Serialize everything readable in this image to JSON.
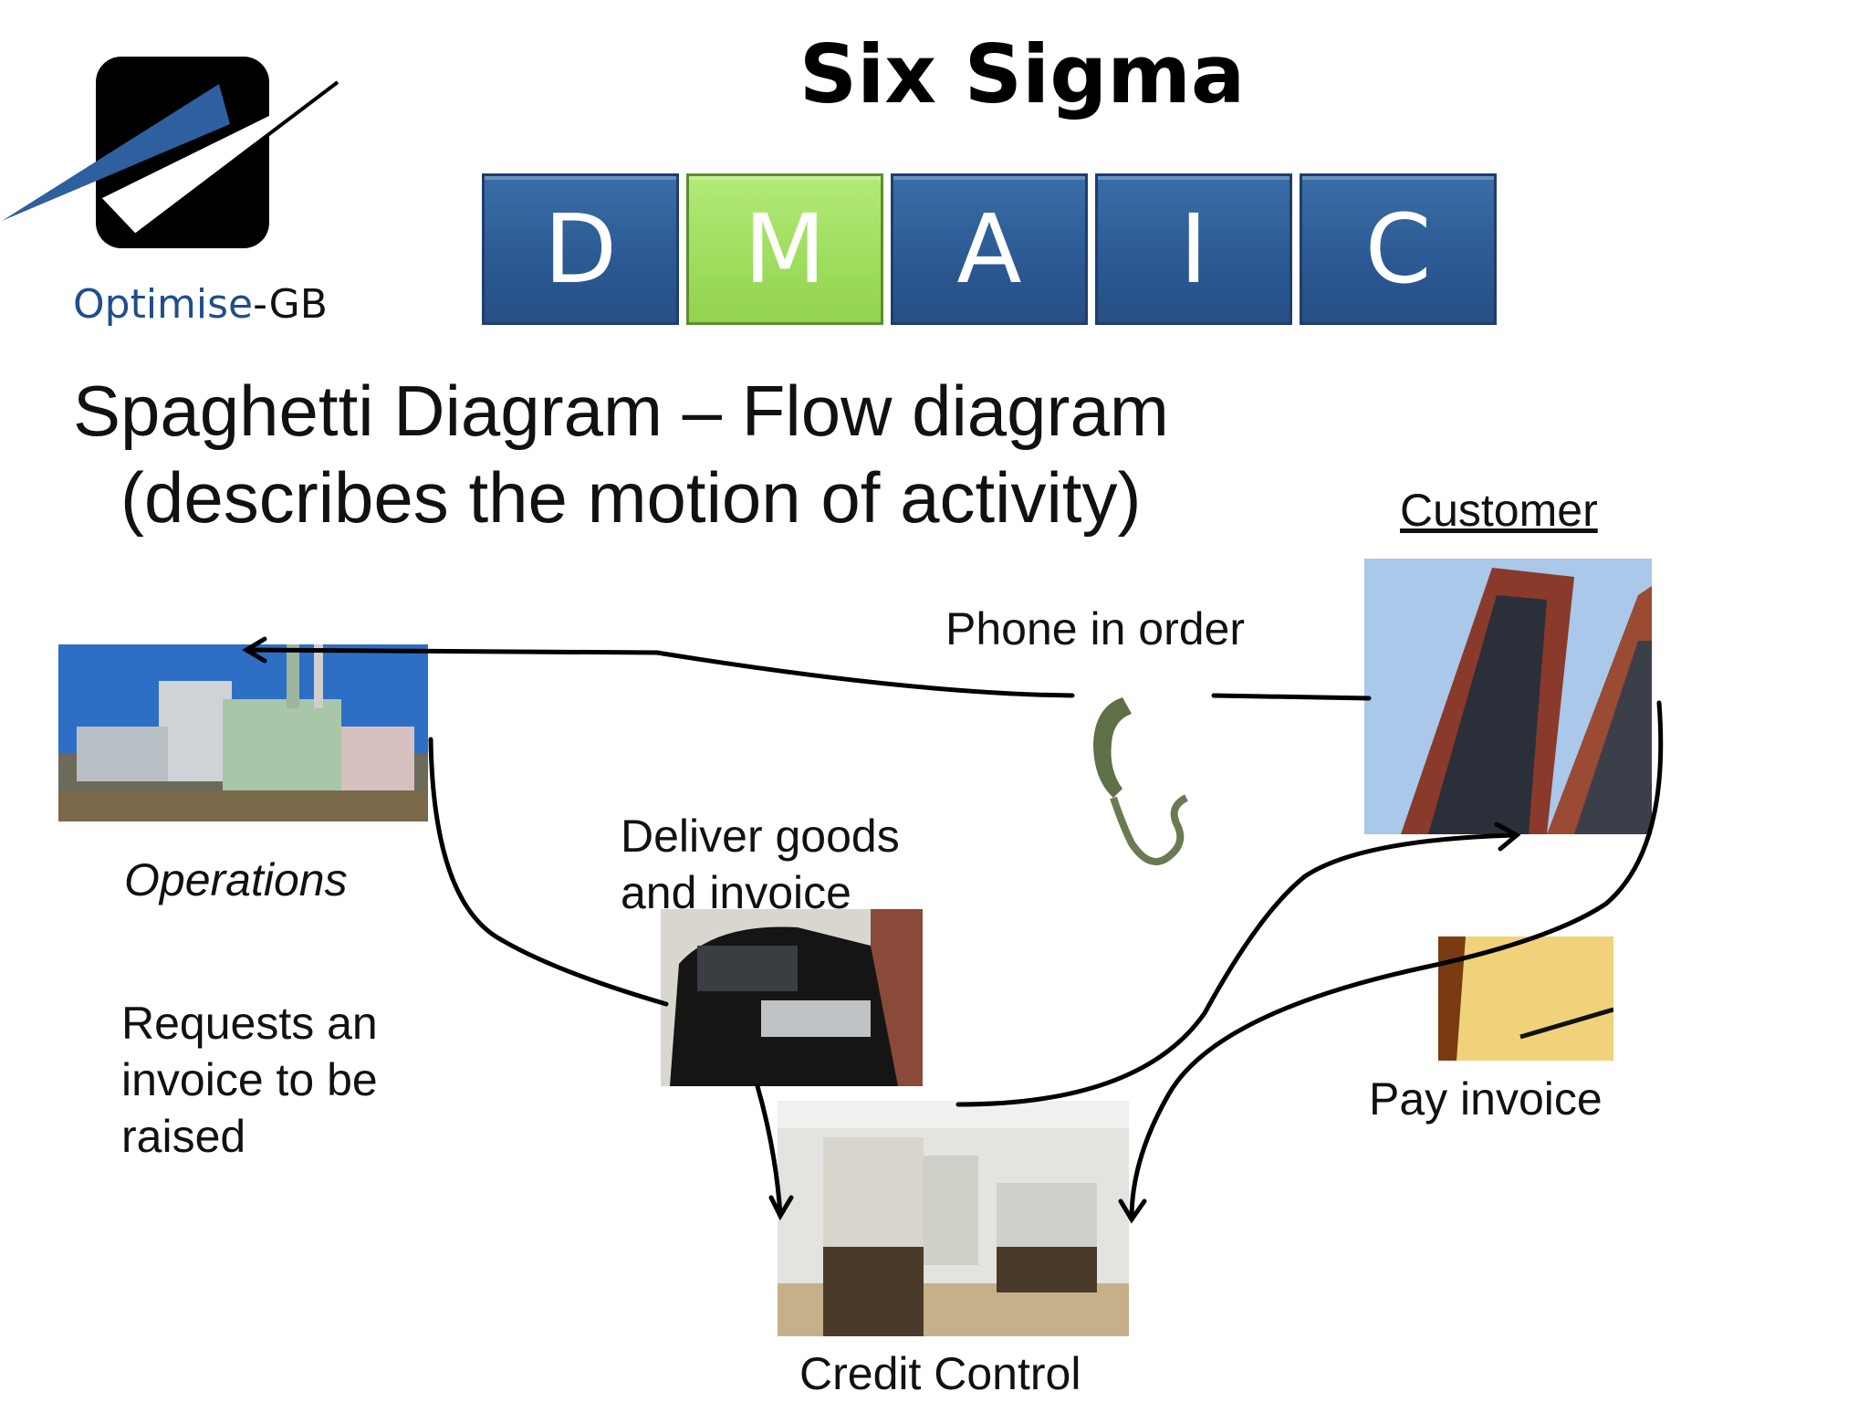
{
  "logo": {
    "brand": "Optimise",
    "suffix": "-GB",
    "icon": "checkmark-logo-icon"
  },
  "title": "Six Sigma",
  "dmaic": [
    {
      "letter": "D",
      "active": false
    },
    {
      "letter": "M",
      "active": true
    },
    {
      "letter": "A",
      "active": false
    },
    {
      "letter": "I",
      "active": false
    },
    {
      "letter": "C",
      "active": false
    }
  ],
  "subtitle": {
    "line1": "Spaghetti Diagram – Flow diagram",
    "line2": "(describes the motion of activity)"
  },
  "labels": {
    "customer": "Customer",
    "phone": "Phone in order",
    "operations": "Operations",
    "deliver_line1": "Deliver goods",
    "deliver_line2": "and invoice",
    "requests_line1": "Requests an",
    "requests_line2": "invoice to be",
    "requests_line3": "raised",
    "pay": "Pay invoice",
    "credit": "Credit Control"
  },
  "colors": {
    "dmaic_blue": "#2c5a94",
    "dmaic_active_green": "#9fde5f",
    "logo_blue": "#1f4e8c"
  }
}
